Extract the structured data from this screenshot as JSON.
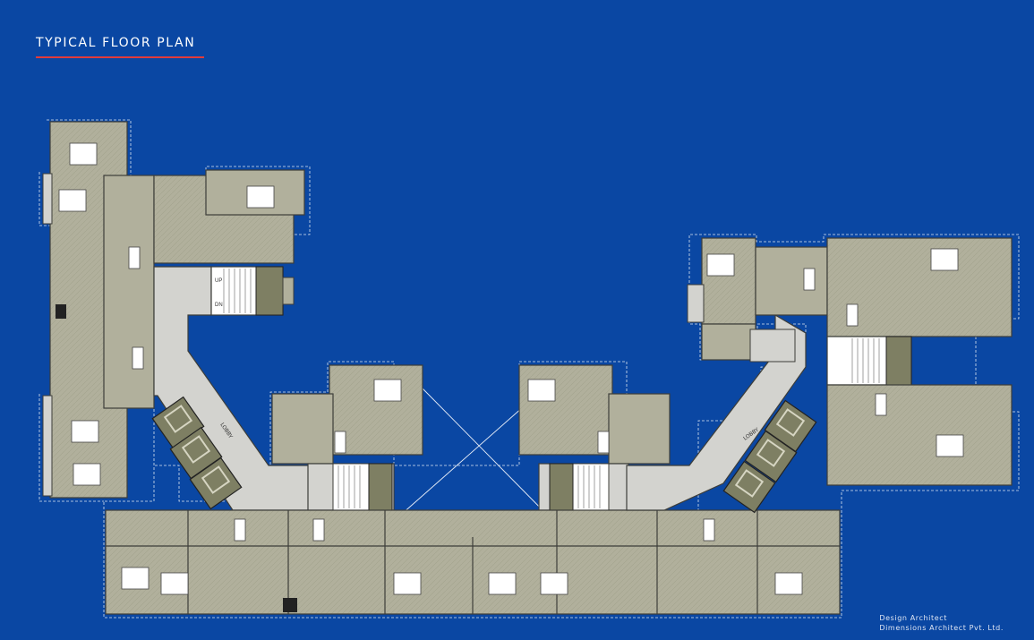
{
  "header": {
    "title": "TYPICAL FLOOR PLAN"
  },
  "plan": {
    "lobby_left": "LOBBY",
    "lobby_right": "LOBBY",
    "stair_up": "UP",
    "stair_dn": "DN"
  },
  "credit": {
    "line1": "Design Architect",
    "line2": "Dimensions Architect Pvt. Ltd."
  },
  "colors": {
    "background": "#0a47a3",
    "unit_fill": "#b1b09c",
    "circulation": "#d3d3cf",
    "lift_core": "#7e7f63",
    "accent": "#e23b3b"
  }
}
